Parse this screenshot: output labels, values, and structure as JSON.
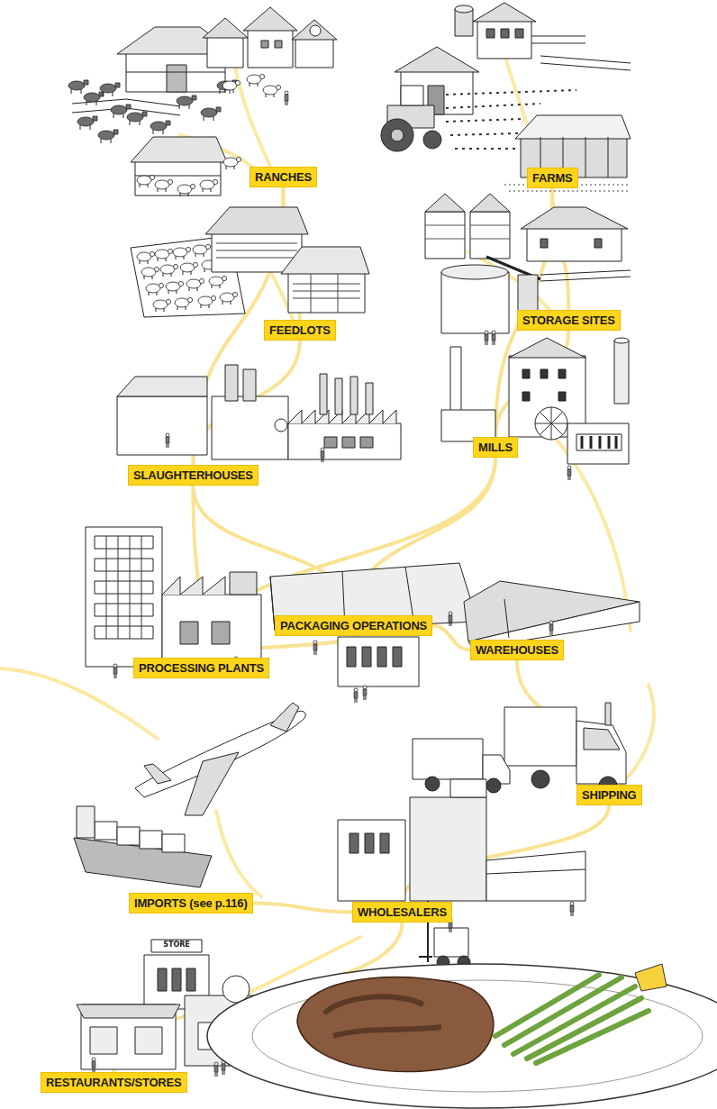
{
  "diagram": {
    "nodes": [
      {
        "text": [
          "RANCHES"
        ]
      },
      {
        "text": [
          "FARMS"
        ]
      },
      {
        "text": [
          "FEEDLOTS"
        ]
      },
      {
        "text": [
          "STORAGE SITES"
        ]
      },
      {
        "text": [
          "SLAUGHTERHOUSES"
        ]
      },
      {
        "text": [
          "MILLS"
        ]
      },
      {
        "text": [
          "PACKAGING OPERATIONS"
        ]
      },
      {
        "text": [
          "WAREHOUSES"
        ]
      },
      {
        "text": [
          "PROCESSING PLANTS"
        ]
      },
      {
        "text": [
          "SHIPPING"
        ]
      },
      {
        "text": [
          "IMPORTS (see p.116)"
        ]
      },
      {
        "text": [
          "WHOLESALERS"
        ]
      },
      {
        "text": [
          "RESTAURANTS/STORES"
        ]
      }
    ],
    "edges": [
      {
        "from": 0,
        "to": 2,
        "arrow": "none"
      },
      {
        "from": 0,
        "to": 4,
        "arrow": "none"
      },
      {
        "from": 2,
        "to": 4,
        "arrow": "none"
      },
      {
        "from": 1,
        "to": 3,
        "arrow": "none"
      },
      {
        "from": 1,
        "to": 5,
        "arrow": "none"
      },
      {
        "from": 3,
        "to": 5,
        "arrow": "none"
      },
      {
        "from": 4,
        "to": 8,
        "arrow": "none"
      },
      {
        "from": 4,
        "to": 6,
        "arrow": "none"
      },
      {
        "from": 5,
        "to": 8,
        "arrow": "none"
      },
      {
        "from": 5,
        "to": 6,
        "arrow": "none"
      },
      {
        "from": 8,
        "to": 6,
        "arrow": "none"
      },
      {
        "from": 6,
        "to": 7,
        "arrow": "none"
      },
      {
        "from": 7,
        "to": 9,
        "arrow": "none"
      },
      {
        "from": 9,
        "to": 11,
        "arrow": "none"
      },
      {
        "from": 10,
        "to": 11,
        "arrow": "none"
      },
      {
        "from": 11,
        "to": 12,
        "arrow": "none"
      }
    ],
    "labels": [
      "STORE"
    ]
  }
}
